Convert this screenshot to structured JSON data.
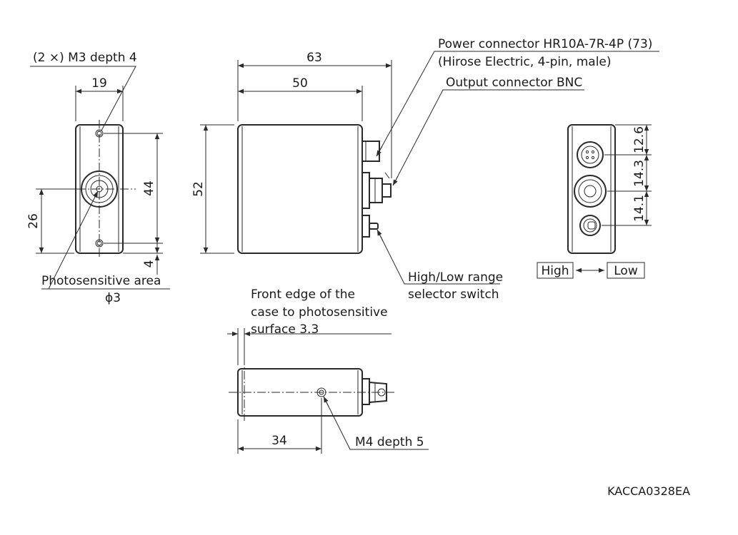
{
  "drawing_id": "KACCA0328EA",
  "front_view": {
    "hole_callout": "(2 ×) M3 depth 4",
    "width": "19",
    "hole_pitch": "44",
    "area_height": "26",
    "hole_offset": "4",
    "area_label": "Photosensitive area",
    "area_diameter": "ϕ3"
  },
  "side_view": {
    "overall_length": "63",
    "body_length": "50",
    "height": "52",
    "power_connector": [
      "Power connector HR10A-7R-4P (73)",
      "(Hirose Electric, 4-pin, male)"
    ],
    "output_connector": "Output connector BNC",
    "switch_label": [
      "High/Low range",
      "selector switch"
    ]
  },
  "rear_view": {
    "spacing_top": "12.6",
    "spacing_mid": "14.3",
    "spacing_bottom": "14.1",
    "switch_high": "High",
    "switch_low": "Low"
  },
  "bottom_view": {
    "note": [
      "Front edge of the",
      "case to photosensitive",
      "surface 3.3"
    ],
    "hole_offset": "34",
    "hole_callout": "M4 depth 5"
  }
}
